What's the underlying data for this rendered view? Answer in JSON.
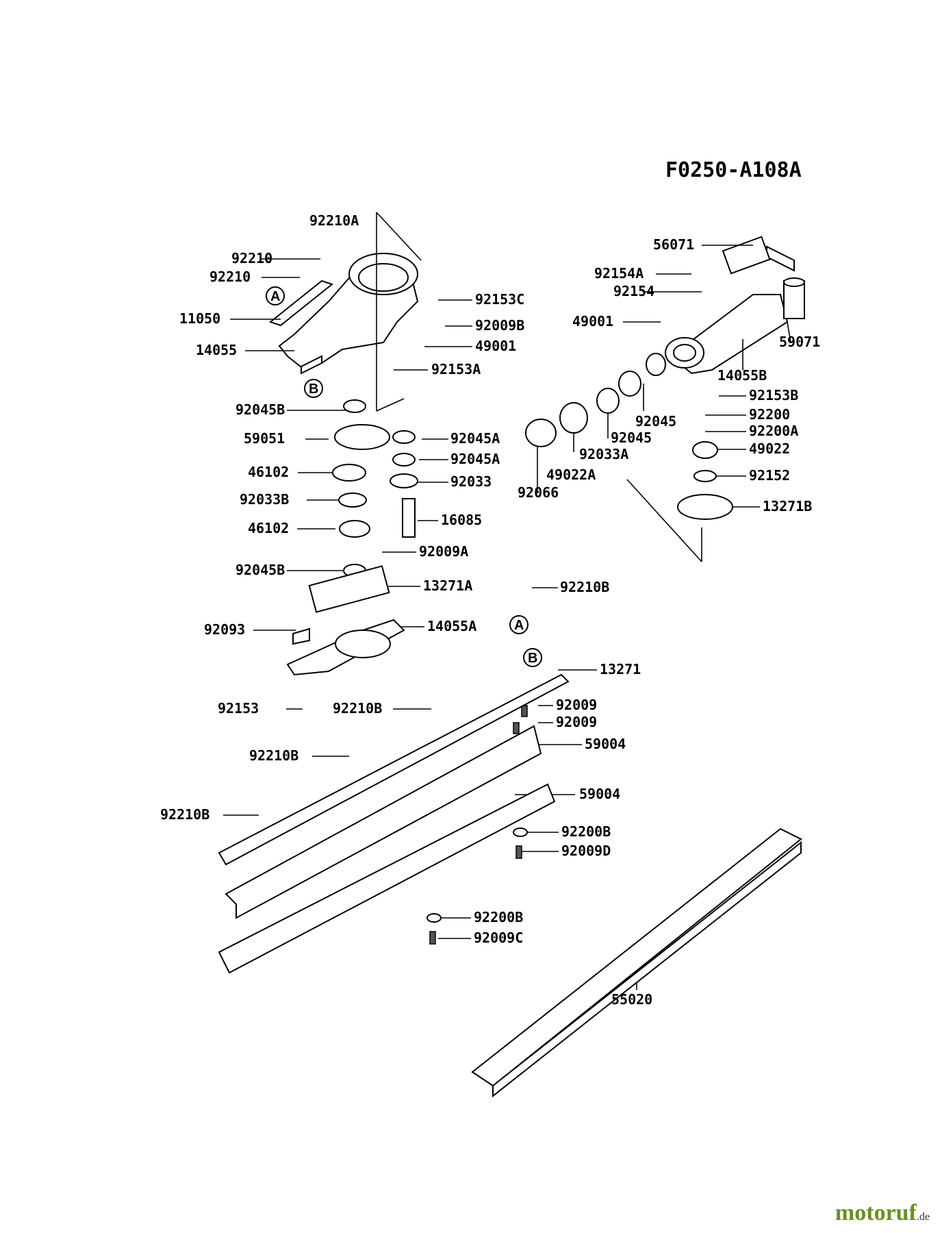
{
  "diagram_code": "F0250-A108A",
  "watermark": {
    "name": "motoruf",
    "suffix": ".de"
  },
  "labels": [
    {
      "id": "l1",
      "text": "92210A"
    },
    {
      "id": "l2",
      "text": "92210"
    },
    {
      "id": "l3",
      "text": "92210"
    },
    {
      "id": "l4",
      "text": "11050"
    },
    {
      "id": "l5",
      "text": "14055"
    },
    {
      "id": "l6",
      "text": "92153C"
    },
    {
      "id": "l7",
      "text": "92009B"
    },
    {
      "id": "l8",
      "text": "49001"
    },
    {
      "id": "l9",
      "text": "92153A"
    },
    {
      "id": "l10",
      "text": "92045B"
    },
    {
      "id": "l11",
      "text": "59051"
    },
    {
      "id": "l12",
      "text": "92045A"
    },
    {
      "id": "l13",
      "text": "92045A"
    },
    {
      "id": "l14",
      "text": "46102"
    },
    {
      "id": "l15",
      "text": "92033"
    },
    {
      "id": "l16",
      "text": "92033B"
    },
    {
      "id": "l17",
      "text": "16085"
    },
    {
      "id": "l18",
      "text": "46102"
    },
    {
      "id": "l19",
      "text": "92009A"
    },
    {
      "id": "l20",
      "text": "92045B"
    },
    {
      "id": "l21",
      "text": "13271A"
    },
    {
      "id": "l22",
      "text": "92093"
    },
    {
      "id": "l23",
      "text": "14055A"
    },
    {
      "id": "l24",
      "text": "92210B"
    },
    {
      "id": "l25",
      "text": "13271"
    },
    {
      "id": "l26",
      "text": "92153"
    },
    {
      "id": "l27",
      "text": "92210B"
    },
    {
      "id": "l28",
      "text": "92009"
    },
    {
      "id": "l29",
      "text": "92009"
    },
    {
      "id": "l30",
      "text": "92210B"
    },
    {
      "id": "l31",
      "text": "59004"
    },
    {
      "id": "l32",
      "text": "59004"
    },
    {
      "id": "l33",
      "text": "92210B"
    },
    {
      "id": "l34",
      "text": "92200B"
    },
    {
      "id": "l35",
      "text": "92009D"
    },
    {
      "id": "l36",
      "text": "92200B"
    },
    {
      "id": "l37",
      "text": "92009C"
    },
    {
      "id": "l38",
      "text": "55020"
    },
    {
      "id": "l39",
      "text": "56071"
    },
    {
      "id": "l40",
      "text": "92154A"
    },
    {
      "id": "l41",
      "text": "92154"
    },
    {
      "id": "l42",
      "text": "49001"
    },
    {
      "id": "l43",
      "text": "59071"
    },
    {
      "id": "l44",
      "text": "14055B"
    },
    {
      "id": "l45",
      "text": "92153B"
    },
    {
      "id": "l46",
      "text": "92200"
    },
    {
      "id": "l47",
      "text": "92200A"
    },
    {
      "id": "l48",
      "text": "49022"
    },
    {
      "id": "l49",
      "text": "92152"
    },
    {
      "id": "l50",
      "text": "13271B"
    },
    {
      "id": "l51",
      "text": "92045"
    },
    {
      "id": "l52",
      "text": "92045"
    },
    {
      "id": "l53",
      "text": "92033A"
    },
    {
      "id": "l54",
      "text": "49022A"
    },
    {
      "id": "l55",
      "text": "92066"
    }
  ],
  "reference_markers": [
    {
      "id": "mA1",
      "letter": "A"
    },
    {
      "id": "mB1",
      "letter": "B"
    },
    {
      "id": "mA2",
      "letter": "A"
    },
    {
      "id": "mB2",
      "letter": "B"
    }
  ]
}
